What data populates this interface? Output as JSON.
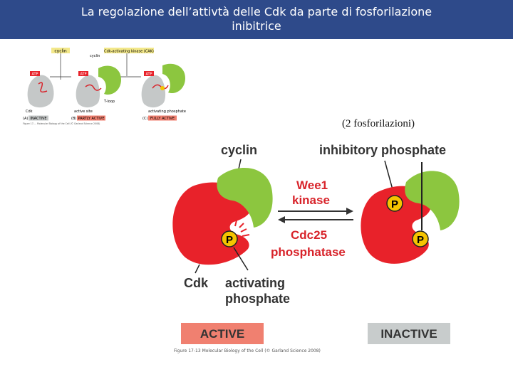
{
  "header": {
    "line1": "La regolazione dell’attivtà delle Cdk da parte di fosforilazione",
    "line2": "inibitrice"
  },
  "note": "(2 fosforilazioni)",
  "small_figure": {
    "cyclin": "cyclin",
    "cak": "Cdk-activating kinase (CAK)",
    "cyclin2": "cyclin",
    "atp1": "ATP",
    "atp2": "ATP",
    "atp3": "ATP",
    "cdk": "Cdk",
    "active_site": "active site",
    "tloop": "T-loop",
    "activating_phosphate": "activating phosphate",
    "panel_a": "(A)",
    "panel_b": "(B)",
    "panel_c": "(C)",
    "state_a": "INACTIVE",
    "state_b": "PARTLY ACTIVE",
    "state_c": "FULLY ACTIVE",
    "credit": "Figure 17-... Molecular Biology of the Cell (© Garland Science 2008)"
  },
  "main_figure": {
    "cyclin": "cyclin",
    "inhibitory_phosphate": "inhibitory phosphate",
    "wee1_line1": "Wee1",
    "wee1_line2": "kinase",
    "cdc25_line1": "Cdc25",
    "cdc25_line2": "phosphatase",
    "cdk": "Cdk",
    "activating_line1": "activating",
    "activating_line2": "phosphate",
    "p": "P",
    "active": "ACTIVE",
    "inactive": "INACTIVE",
    "credit": "Figure 17-13 Molecular Biology of the Cell (© Garland Science 2008)"
  },
  "colors": {
    "header_bg": "#2e4a8a",
    "cdk_red": "#e8222a",
    "cyclin_green": "#8cc63f",
    "phosphate_yellow": "#f5c400",
    "active_bg": "#f08070",
    "inactive_bg": "#c8cccc",
    "label_red": "#d8232a"
  }
}
